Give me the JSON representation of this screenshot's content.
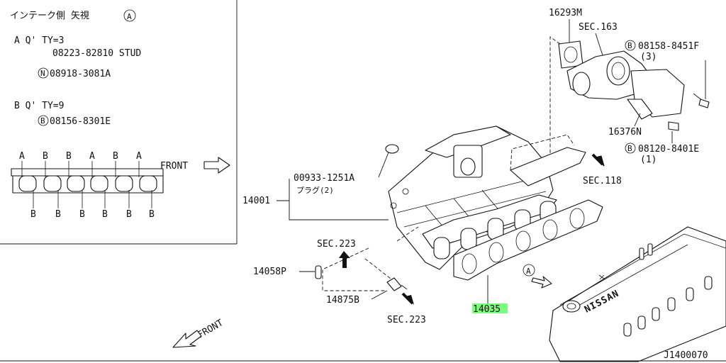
{
  "inset": {
    "title": "インテーク側 矢視",
    "title_marker": "A",
    "group_a_header": "A Q' TY=3",
    "group_a_stud": "08223-82810 STUD",
    "group_a_nut_marker": "N",
    "group_a_nut": "08918-3081A",
    "group_b_header": "B Q' TY=9",
    "group_b_bolt_marker": "B",
    "group_b_bolt": "08156-8301E",
    "top_letters": [
      "A",
      "B",
      "B",
      "A",
      "B",
      "A"
    ],
    "bottom_letters": [
      "B",
      "B",
      "B",
      "B",
      "B",
      "B"
    ],
    "front_label": "FRONT"
  },
  "callouts": {
    "p16293m": "16293M",
    "sec163": "SEC.163",
    "bolt_top_marker": "B",
    "bolt_top": "08158-8451F",
    "bolt_top_qty": "(3)",
    "p16376n": "16376N",
    "bolt_mid_marker": "B",
    "bolt_mid": "08120-8401E",
    "bolt_mid_qty": "(1)",
    "sec118": "SEC.118",
    "p00933": "00933-1251A",
    "plug_label": "プラグ(2)",
    "p14001": "14001",
    "sec223_top": "SEC.223",
    "p14058p": "14058P",
    "p14875b": "14875B",
    "sec223_bottom": "SEC.223",
    "p14035": "14035",
    "view_marker": "A",
    "front_bottom": "FRONT",
    "engine_brand": "NISSAN",
    "diagram_code": "J1400070"
  },
  "colors": {
    "line": "#111111",
    "highlight": "#7CFC7C"
  }
}
